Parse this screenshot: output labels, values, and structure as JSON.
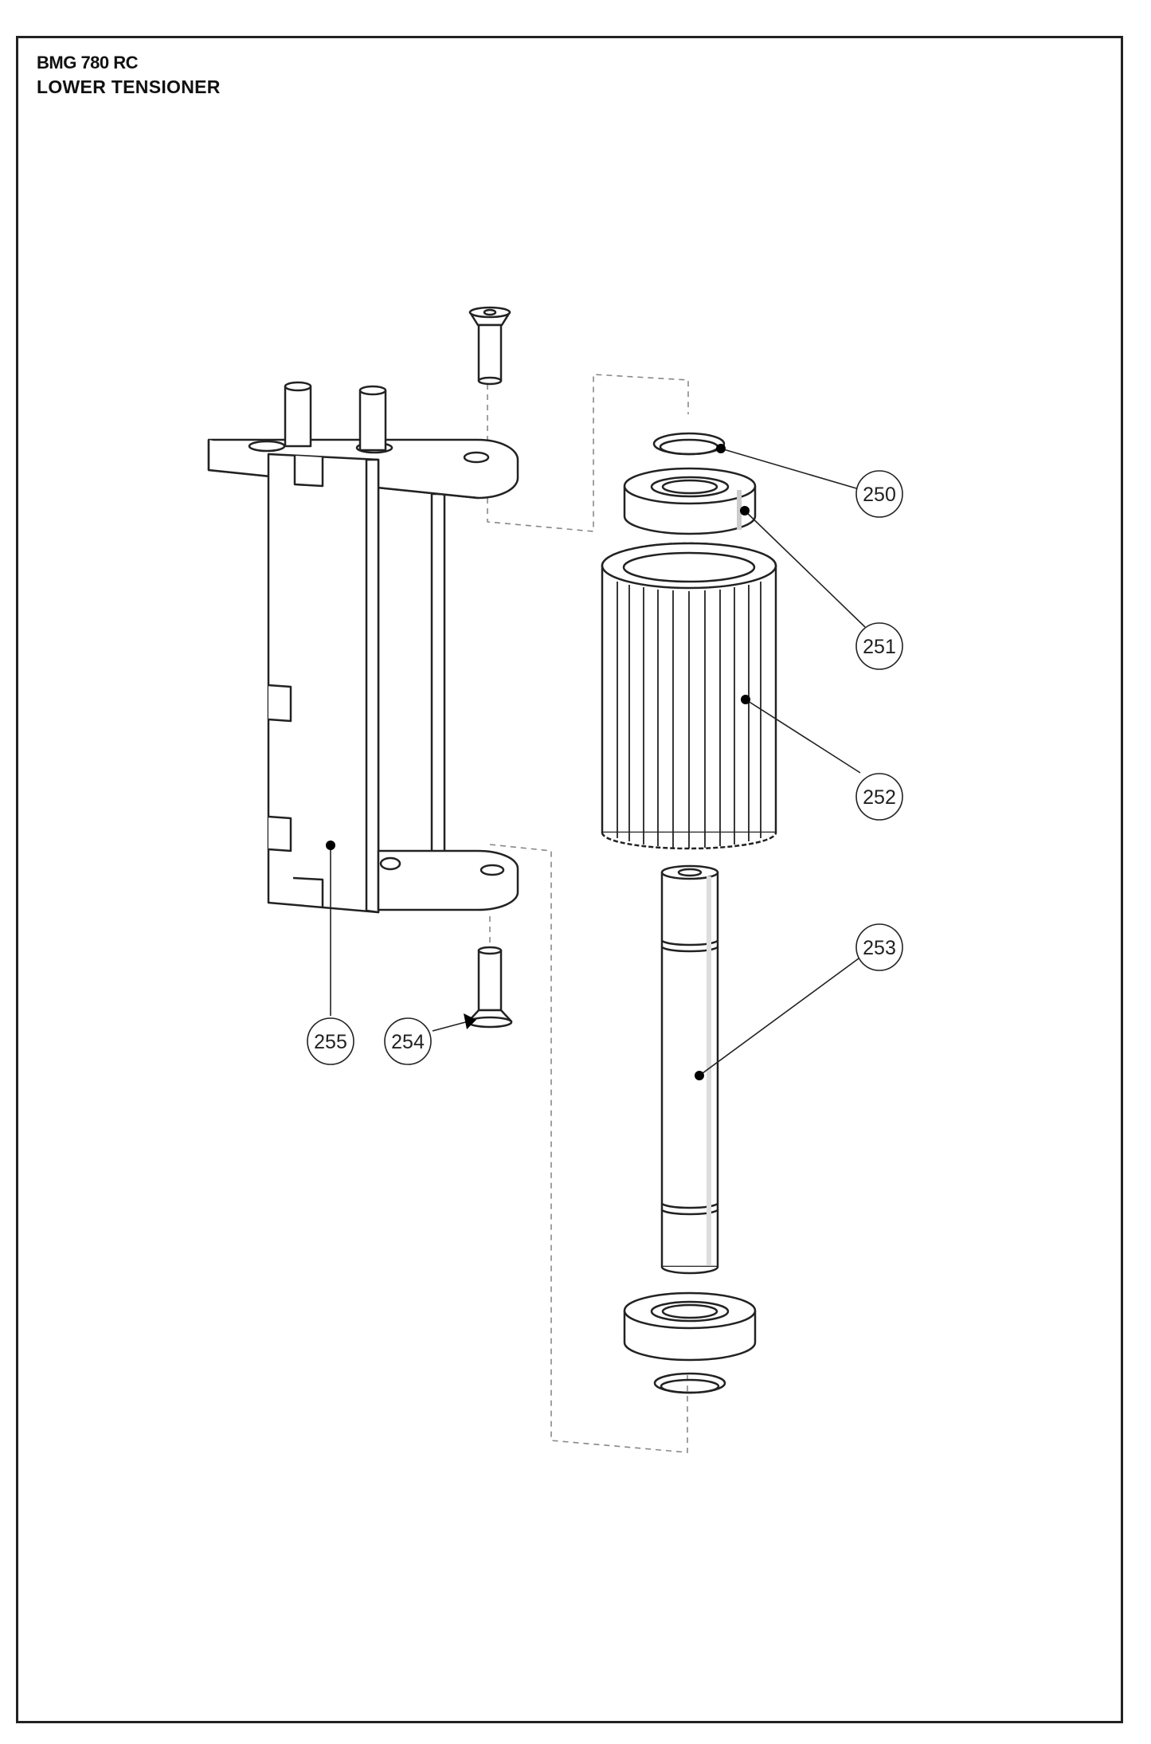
{
  "title": {
    "model": "BMG 780 RC",
    "assembly": "LOWER TENSIONER"
  },
  "callouts": [
    {
      "id": "250",
      "part": "snap-ring"
    },
    {
      "id": "251",
      "part": "ball-bearing"
    },
    {
      "id": "252",
      "part": "grooved-roller"
    },
    {
      "id": "253",
      "part": "shaft"
    },
    {
      "id": "254",
      "part": "countersunk-screw"
    },
    {
      "id": "255",
      "part": "bracket"
    }
  ]
}
